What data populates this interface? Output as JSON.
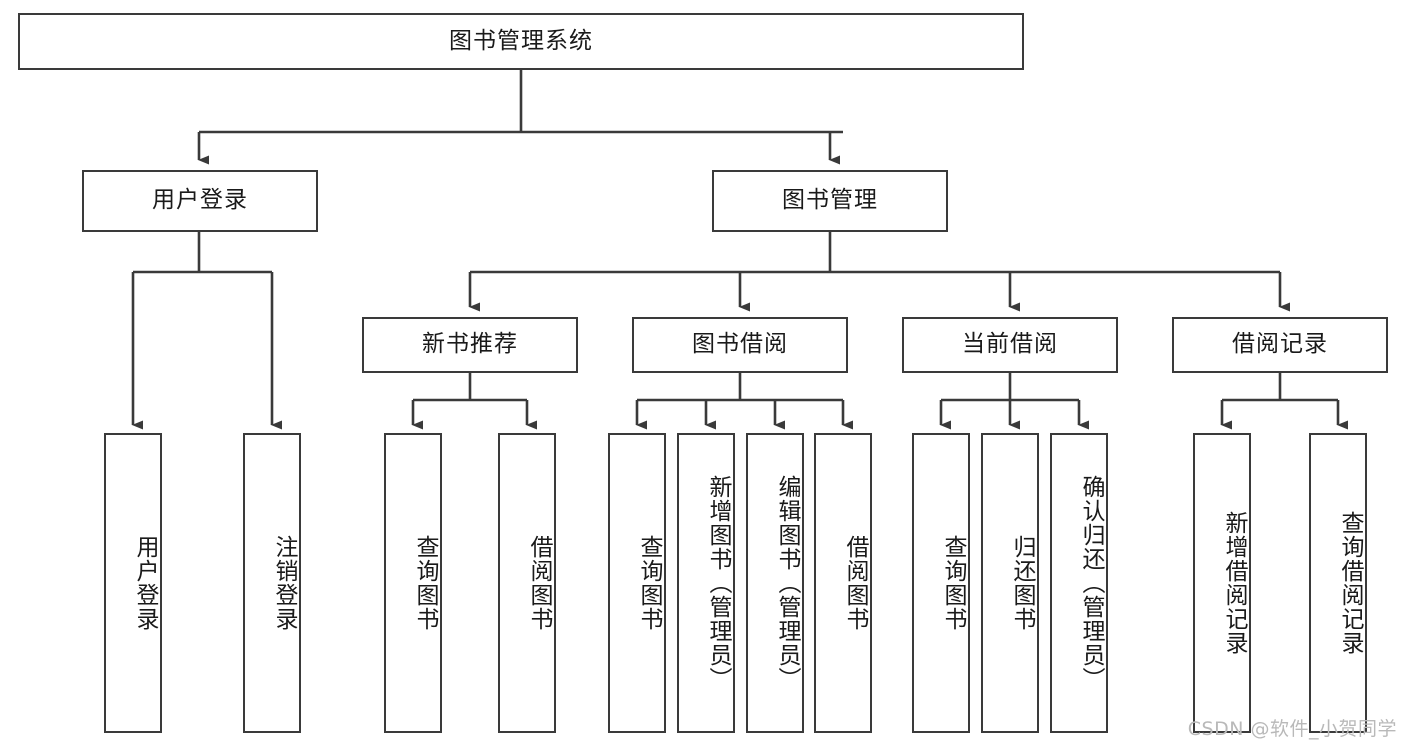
{
  "diagram": {
    "title": "图书管理系统",
    "watermark": "CSDN @软件_小贺同学",
    "type": "tree-hierarchy-diagram",
    "colors": {
      "box_border": "#3a3a3a",
      "box_fill": "#ffffff",
      "connector": "#3a3a3a",
      "text": "#1a1a1a",
      "watermark": "#b9b9b9",
      "background": "#ffffff"
    },
    "root": {
      "label": "图书管理系统"
    },
    "level2": [
      {
        "id": "user-login",
        "label": "用户登录"
      },
      {
        "id": "book-manage",
        "label": "图书管理"
      }
    ],
    "level3": [
      {
        "id": "new-book-rec",
        "label": "新书推荐",
        "parent": "book-manage"
      },
      {
        "id": "book-borrow",
        "label": "图书借阅",
        "parent": "book-manage"
      },
      {
        "id": "current-borrow",
        "label": "当前借阅",
        "parent": "book-manage"
      },
      {
        "id": "borrow-record",
        "label": "借阅记录",
        "parent": "book-manage"
      }
    ],
    "leaves": [
      {
        "id": "leaf-user-login",
        "label": "用户登录",
        "parent": "user-login"
      },
      {
        "id": "leaf-logout",
        "label": "注销登录",
        "parent": "user-login"
      },
      {
        "id": "leaf-query-book-1",
        "label": "查询图书",
        "parent": "new-book-rec"
      },
      {
        "id": "leaf-borrow-book-1",
        "label": "借阅图书",
        "parent": "new-book-rec"
      },
      {
        "id": "leaf-query-book-2",
        "label": "查询图书",
        "parent": "book-borrow"
      },
      {
        "id": "leaf-add-book",
        "label": "新增图书（管理员）",
        "parent": "book-borrow"
      },
      {
        "id": "leaf-edit-book",
        "label": "编辑图书（管理员）",
        "parent": "book-borrow"
      },
      {
        "id": "leaf-borrow-book-2",
        "label": "借阅图书",
        "parent": "book-borrow"
      },
      {
        "id": "leaf-query-book-3",
        "label": "查询图书",
        "parent": "current-borrow"
      },
      {
        "id": "leaf-return-book",
        "label": "归还图书",
        "parent": "current-borrow"
      },
      {
        "id": "leaf-confirm-return",
        "label": "确认归还（管理员）",
        "parent": "current-borrow"
      },
      {
        "id": "leaf-add-record",
        "label": "新增借阅记录",
        "parent": "borrow-record"
      },
      {
        "id": "leaf-query-record",
        "label": "查询借阅记录",
        "parent": "borrow-record"
      }
    ]
  }
}
